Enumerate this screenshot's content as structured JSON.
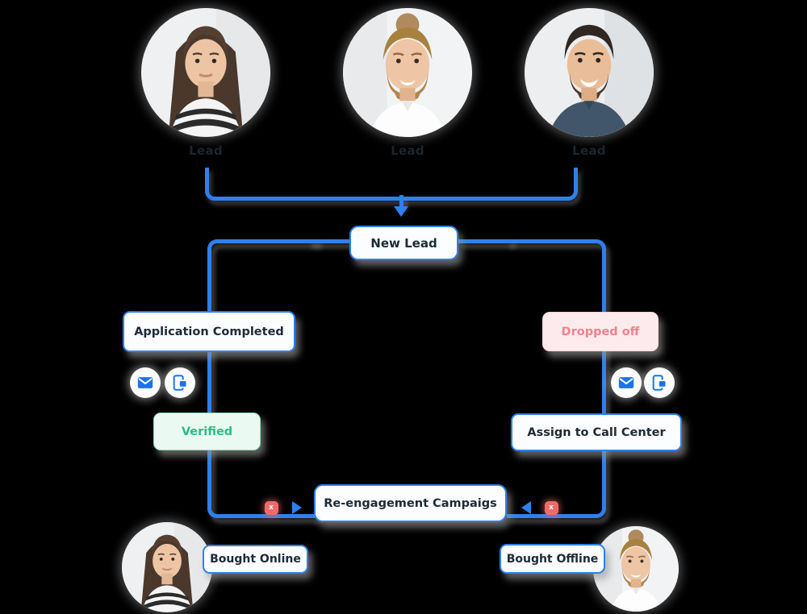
{
  "diagram": {
    "top_leads": [
      {
        "label": "Lead"
      },
      {
        "label": "Lead"
      },
      {
        "label": "Lead"
      }
    ],
    "nodes": {
      "new_lead": {
        "label": "New Lead"
      },
      "application_completed": {
        "label": "Application Completed"
      },
      "dropped_off": {
        "label": "Dropped off"
      },
      "verified": {
        "label": "Verified"
      },
      "assign_to_call_center": {
        "label": "Assign to Call Center"
      },
      "reengagement_campaigns": {
        "label": "Re-engagement Campaigs"
      },
      "bought_online": {
        "label": "Bought Online"
      },
      "bought_offline": {
        "label": "Bought Offline"
      }
    },
    "markers": {
      "blocked_label": "x"
    },
    "channel_icons": [
      {
        "name": "email"
      },
      {
        "name": "sms"
      }
    ],
    "colors": {
      "line_blue": "#2f80ed",
      "icon_blue": "#1a73e8",
      "text_dark": "#1e2a36",
      "dropped_bg": "#fdeaec",
      "dropped_text": "#f0828c",
      "verified_bg": "#eafaf3",
      "verified_border": "#8edbb8",
      "verified_text": "#2abd87",
      "blocked_red": "#f16a6a"
    }
  }
}
